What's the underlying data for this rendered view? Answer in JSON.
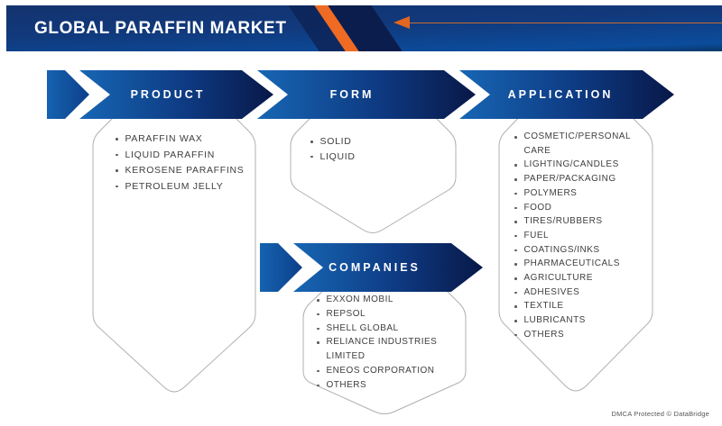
{
  "header": {
    "title": "GLOBAL PARAFFIN MARKET"
  },
  "sections": [
    {
      "id": "product",
      "label": "PRODUCT",
      "items": [
        "PARAFFIN WAX",
        "LIQUID PARAFFIN",
        "KEROSENE PARAFFINS",
        "PETROLEUM JELLY"
      ]
    },
    {
      "id": "form",
      "label": "FORM",
      "items": [
        "SOLID",
        "LIQUID"
      ]
    },
    {
      "id": "application",
      "label": "APPLICATION",
      "items": [
        "COSMETIC/PERSONAL CARE",
        "LIGHTING/CANDLES",
        "PAPER/PACKAGING",
        "POLYMERS",
        "FOOD",
        "TIRES/RUBBERS",
        "FUEL",
        "COATINGS/INKS",
        "PHARMACEUTICALS",
        "AGRICULTURE",
        "ADHESIVES",
        "TEXTILE",
        "LUBRICANTS",
        "OTHERS"
      ]
    },
    {
      "id": "companies",
      "label": "COMPANIES",
      "items": [
        "EXXON MOBIL",
        "REPSOL",
        "SHELL GLOBAL",
        "RELIANCE INDUSTRIES LIMITED",
        "ENEOS CORPORATION",
        "OTHERS"
      ]
    }
  ],
  "footer": {
    "text": "DMCA Protected © DataBridge"
  },
  "colors": {
    "accent_orange": "#ef6b23",
    "ribbon_light_blue": "#1766b4",
    "ribbon_dark_navy": "#081848",
    "header_navy": "#14336e",
    "panel_border_gray": "#b0b0b0"
  }
}
